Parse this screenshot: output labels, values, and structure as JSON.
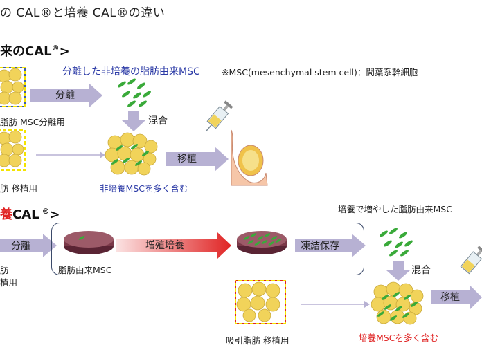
{
  "title": "の CAL®と培養 CAL®の違い",
  "note": "※MSC(mesenchymal stem cell)：間葉系幹細胞",
  "conventional": {
    "heading_prefix": "来の",
    "heading_main": "CAL",
    "heading_reg": "®",
    "heading_suffix": ">",
    "separated_label": "分離した非培養の脂肪由来MSC",
    "step_separate": "分離",
    "step_mix": "混合",
    "step_transplant": "移植",
    "fat_msc_label": "脂肪 MSC分離用",
    "fat_transplant_label": "肪 移植用",
    "mixture_label": "非培養MSCを多く含む"
  },
  "cultured": {
    "heading_red": "養",
    "heading_main": "CAL",
    "heading_reg": " ®",
    "heading_suffix": ">",
    "cultured_label": "培養で増やした脂肪由来MSC",
    "step_separate": "分離",
    "step_proliferate": "増殖培養",
    "step_freeze": "凍結保存",
    "step_mix": "混合",
    "step_transplant": "移植",
    "dish_label": "脂肪由来MSC",
    "left_label_1": "肪",
    "left_label_2": "植用",
    "suction_fat_label": "吸引脂肪 移植用",
    "mixture_label": "培養MSCを多く含む"
  },
  "colors": {
    "fat": "#f1d35a",
    "cell": "#3aaa3a",
    "arrow": "#b7b1d3",
    "red_arrow": "#e02424",
    "dash_yellow": "#f4e400",
    "dash_blue": "#3b5ca8",
    "dash_red": "#e02424",
    "dish": "#7a3848"
  }
}
